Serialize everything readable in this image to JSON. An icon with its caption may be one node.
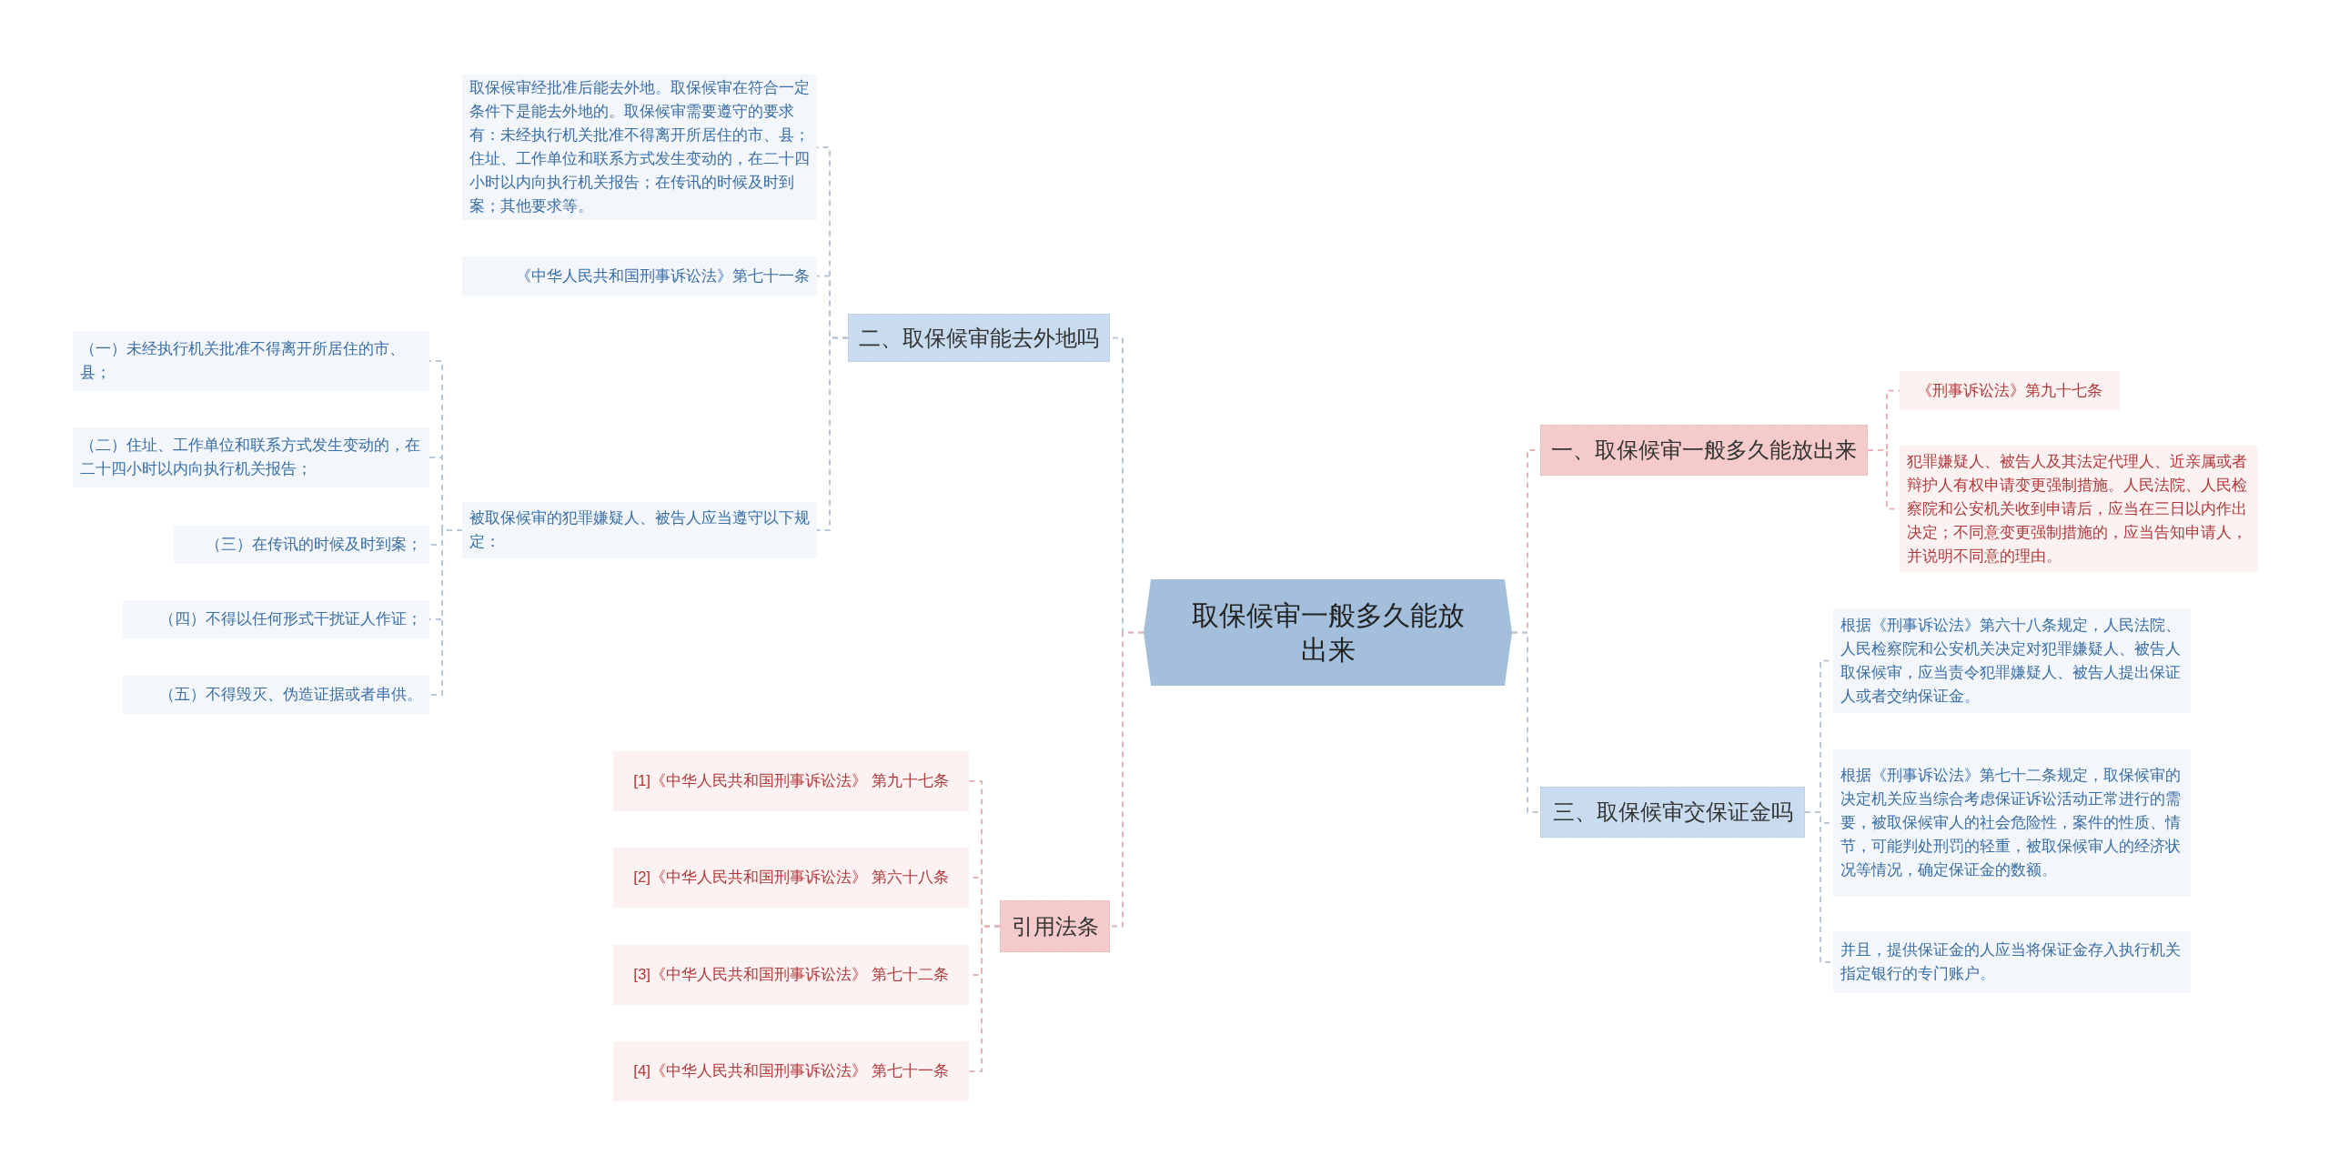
{
  "diagram": {
    "nodes": [
      {
        "text": [
          "取保候审一般多久能放出来"
        ]
      },
      {
        "text": [
          "二、取保候审能去外地吗"
        ]
      },
      {
        "text": [
          "取保候审经批准后能去外地。取保候审在符合一定条件下是能去外地的。取保候审需要遵守的要求有：未经执行机关批准不得离开所居住的市、县；住址、工作单位和联系方式发生变动的，在二十四小时以内向执行机关报告；在传讯的时候及时到案；其他要求等。"
        ]
      },
      {
        "text": [
          "《中华人民共和国刑事诉讼法》第七十一条"
        ]
      },
      {
        "text": [
          "被取保候审的犯罪嫌疑人、被告人应当遵守以下规定："
        ]
      },
      {
        "text": [
          "（一）未经执行机关批准不得离开所居住的市、县；"
        ]
      },
      {
        "text": [
          "（二）住址、工作单位和联系方式发生变动的，在二十四小时以内向执行机关报告；"
        ]
      },
      {
        "text": [
          "（三）在传讯的时候及时到案；"
        ]
      },
      {
        "text": [
          "（四）不得以任何形式干扰证人作证；"
        ]
      },
      {
        "text": [
          "（五）不得毁灭、伪造证据或者串供。"
        ]
      },
      {
        "text": [
          "引用法条"
        ]
      },
      {
        "text": [
          "[1]《中华人民共和国刑事诉讼法》 第九十七条"
        ]
      },
      {
        "text": [
          "[2]《中华人民共和国刑事诉讼法》 第六十八条"
        ]
      },
      {
        "text": [
          "[3]《中华人民共和国刑事诉讼法》 第七十二条"
        ]
      },
      {
        "text": [
          "[4]《中华人民共和国刑事诉讼法》 第七十一条"
        ]
      },
      {
        "text": [
          "一、取保候审一般多久能放出来"
        ]
      },
      {
        "text": [
          "《刑事诉讼法》第九十七条"
        ]
      },
      {
        "text": [
          "犯罪嫌疑人、被告人及其法定代理人、近亲属或者辩护人有权申请变更强制措施。人民法院、人民检察院和公安机关收到申请后，应当在三日以内作出决定；不同意变更强制措施的，应当告知申请人，并说明不同意的理由。"
        ]
      },
      {
        "text": [
          "三、取保候审交保证金吗"
        ]
      },
      {
        "text": [
          "根据《刑事诉讼法》第六十八条规定，人民法院、人民检察院和公安机关决定对犯罪嫌疑人、被告人取保候审，应当责令犯罪嫌疑人、被告人提出保证人或者交纳保证金。"
        ]
      },
      {
        "text": [
          "根据《刑事诉讼法》第七十二条规定，取保候审的决定机关应当综合考虑保证诉讼活动正常进行的需要，被取保候审人的社会危险性，案件的性质、情节，可能判处刑罚的轻重，被取保候审人的经济状况等情况，确定保证金的数额。"
        ]
      },
      {
        "text": [
          "并且，提供保证金的人应当将保证金存入执行机关指定银行的专门账户。"
        ]
      }
    ],
    "edges": [
      {
        "from": 0,
        "to": 1,
        "arrow": "none",
        "style": "dashed"
      },
      {
        "from": 1,
        "to": 2,
        "arrow": "none",
        "style": "dashed"
      },
      {
        "from": 1,
        "to": 3,
        "arrow": "none",
        "style": "dashed"
      },
      {
        "from": 1,
        "to": 4,
        "arrow": "none",
        "style": "dashed"
      },
      {
        "from": 4,
        "to": 5,
        "arrow": "none",
        "style": "dashed"
      },
      {
        "from": 4,
        "to": 6,
        "arrow": "none",
        "style": "dashed"
      },
      {
        "from": 4,
        "to": 7,
        "arrow": "none",
        "style": "dashed"
      },
      {
        "from": 4,
        "to": 8,
        "arrow": "none",
        "style": "dashed"
      },
      {
        "from": 4,
        "to": 9,
        "arrow": "none",
        "style": "dashed"
      },
      {
        "from": 0,
        "to": 10,
        "arrow": "none",
        "style": "dashed",
        "color": "#e8b4b8"
      },
      {
        "from": 10,
        "to": 11,
        "arrow": "none",
        "style": "dashed",
        "color": "#e8b4b8"
      },
      {
        "from": 10,
        "to": 12,
        "arrow": "none",
        "style": "dashed",
        "color": "#e8b4b8"
      },
      {
        "from": 10,
        "to": 13,
        "arrow": "none",
        "style": "dashed",
        "color": "#e8b4b8"
      },
      {
        "from": 10,
        "to": 14,
        "arrow": "none",
        "style": "dashed",
        "color": "#e8b4b8"
      },
      {
        "from": 0,
        "to": 15,
        "arrow": "none",
        "style": "dashed",
        "color": "#e8b4b8"
      },
      {
        "from": 15,
        "to": 16,
        "arrow": "none",
        "style": "dashed",
        "color": "#e8b4b8"
      },
      {
        "from": 15,
        "to": 17,
        "arrow": "none",
        "style": "dashed",
        "color": "#e8b4b8"
      },
      {
        "from": 0,
        "to": 18,
        "arrow": "none",
        "style": "dashed"
      },
      {
        "from": 18,
        "to": 19,
        "arrow": "none",
        "style": "dashed"
      },
      {
        "from": 18,
        "to": 20,
        "arrow": "none",
        "style": "dashed"
      },
      {
        "from": 18,
        "to": 21,
        "arrow": "none",
        "style": "dashed"
      }
    ]
  }
}
